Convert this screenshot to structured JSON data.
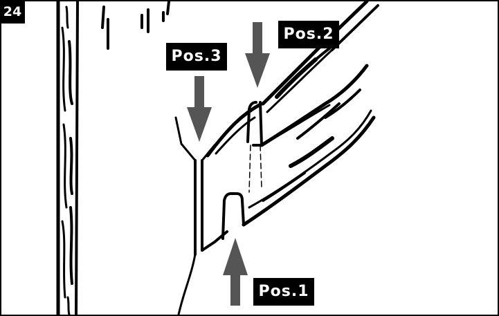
{
  "step_number": "24",
  "labels": {
    "pos1": "Pos.1",
    "pos2": "Pos.2",
    "pos3": "Pos.3"
  },
  "colors": {
    "line": "#000000",
    "arrow": "#555555",
    "label_bg": "#000000",
    "label_text": "#ffffff",
    "background": "#ffffff"
  }
}
